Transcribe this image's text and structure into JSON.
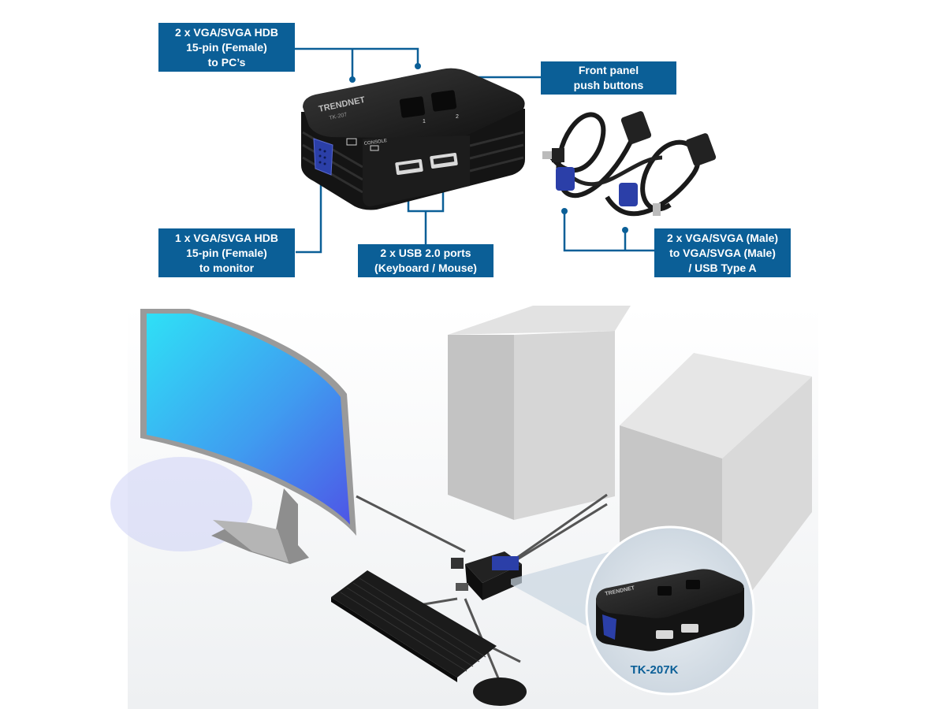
{
  "callouts": {
    "pc_ports": {
      "lines": [
        "2 x VGA/SVGA HDB",
        "15-pin (Female)",
        "to PC’s"
      ]
    },
    "front_panel": {
      "lines": [
        "Front panel",
        "push buttons"
      ]
    },
    "monitor_port": {
      "lines": [
        "1 x VGA/SVGA HDB",
        "15-pin (Female)",
        "to monitor"
      ]
    },
    "usb_ports": {
      "lines": [
        "2 x USB 2.0 ports",
        "(Keyboard / Mouse)"
      ]
    },
    "cables": {
      "lines": [
        "2 x VGA/SVGA (Male)",
        "to VGA/SVGA (Male)",
        "/ USB Type A"
      ]
    }
  },
  "product": {
    "brand": "TRENDNET",
    "model_printed": "TK-207",
    "console_label": "CONSOLE",
    "button_1": "1",
    "button_2": "2"
  },
  "zoom_label": "TK-207K",
  "colors": {
    "callout_bg": "#0b5f97",
    "leader_line": "#0b5f97",
    "device_body": "#161616",
    "vga_blue": "#2b3fa8",
    "screen_cyan": "#39d6f0",
    "screen_blue": "#4a63e6",
    "tower_grey": "#d7d7d7"
  }
}
